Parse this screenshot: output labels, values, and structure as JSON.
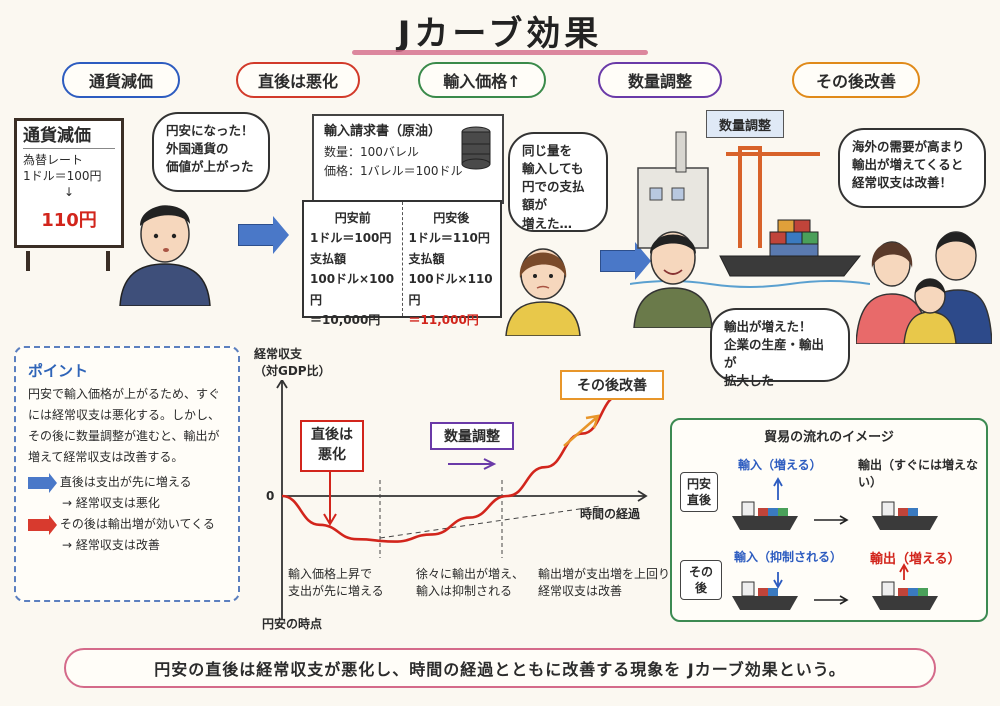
{
  "title": "Jカーブ効果",
  "steps": [
    {
      "label": "通貨減価",
      "color": "#2d5cc0"
    },
    {
      "label": "直後は悪化",
      "color": "#d23a2a"
    },
    {
      "label": "輸入価格↑",
      "color": "#3a8a4a"
    },
    {
      "label": "数量調整",
      "color": "#6a3aa8"
    },
    {
      "label": "その後改善",
      "color": "#e08a1a"
    }
  ],
  "sign": {
    "heading": "通貨減価",
    "line1": "為替レート",
    "line2": "1ドル＝100円",
    "arrow": "↓",
    "result": "110円"
  },
  "bubbles": {
    "yen_weak": "円安になった！\n外国通貨の\n価値が上がった",
    "same_qty": "同じ量を\n輸入しても\n円での支払額が\n増えた…",
    "overseas": "海外の需要が高まり\n輸出が増えてくると\n経常収支は改善！",
    "exports_up": "輸出が増えた！\n企業の生産・輸出が\n拡大した"
  },
  "invoice": {
    "heading": "輸入請求書（原油）",
    "qty": "数量：100バレル",
    "price": "価格：1バレル＝100ドル"
  },
  "compare": {
    "before": {
      "head": "円安前",
      "rate": "1ドル＝100円",
      "label": "支払額",
      "calc": "100ドル×100円",
      "total": "＝10,000円"
    },
    "after": {
      "head": "円安後",
      "rate": "1ドル＝110円",
      "label": "支払額",
      "calc": "100ドル×110円",
      "total": "＝11,000円"
    }
  },
  "qty_box": "数量調整",
  "point": {
    "heading": "ポイント",
    "body": "円安で輸入価格が上がるため、すぐには経常収支は悪化する。しかし、その後に数量調整が進むと、輸出が増えて経常収支は改善する。",
    "legend_blue_1": "直後は支出が先に増える",
    "legend_blue_2": "→ 経常収支は悪化",
    "legend_red_1": "その後は輸出増が効いてくる",
    "legend_red_2": "→ 経常収支は改善"
  },
  "chart_data": {
    "type": "line",
    "ylabel": "経常収支\n（対GDP比）",
    "xlabel": "時間の経過",
    "x_origin_label": "円安の時点",
    "y_zero_label": "0",
    "series": [
      {
        "values": [
          0,
          -0.6,
          -0.9,
          -0.95,
          -0.8,
          -0.45,
          0,
          0.6,
          1.3,
          2.1
        ]
      }
    ],
    "annotations": {
      "worse": "直後は\n悪化",
      "qty": "数量調整",
      "improve": "その後改善",
      "phase1": "輸入価格上昇で\n支出が先に増える",
      "phase2": "徐々に輸出が増え、\n輸入は抑制される",
      "phase3": "輸出増が支出増を上回り、\n経常収支は改善"
    },
    "colors": {
      "curve": "#d2251c",
      "axis": "#333333"
    }
  },
  "trade": {
    "heading": "貿易の流れのイメージ",
    "row1_tag": "円安\n直後",
    "row1_import": "輸入（増える）",
    "row1_export": "輸出（すぐには増えない）",
    "row2_tag": "その後",
    "row2_import": "輸入（抑制される）",
    "row2_export": "輸出（増える）"
  },
  "bottom": "円安の直後は経常収支が悪化し、時間の経過とともに改善する現象を Jカーブ効果という。"
}
